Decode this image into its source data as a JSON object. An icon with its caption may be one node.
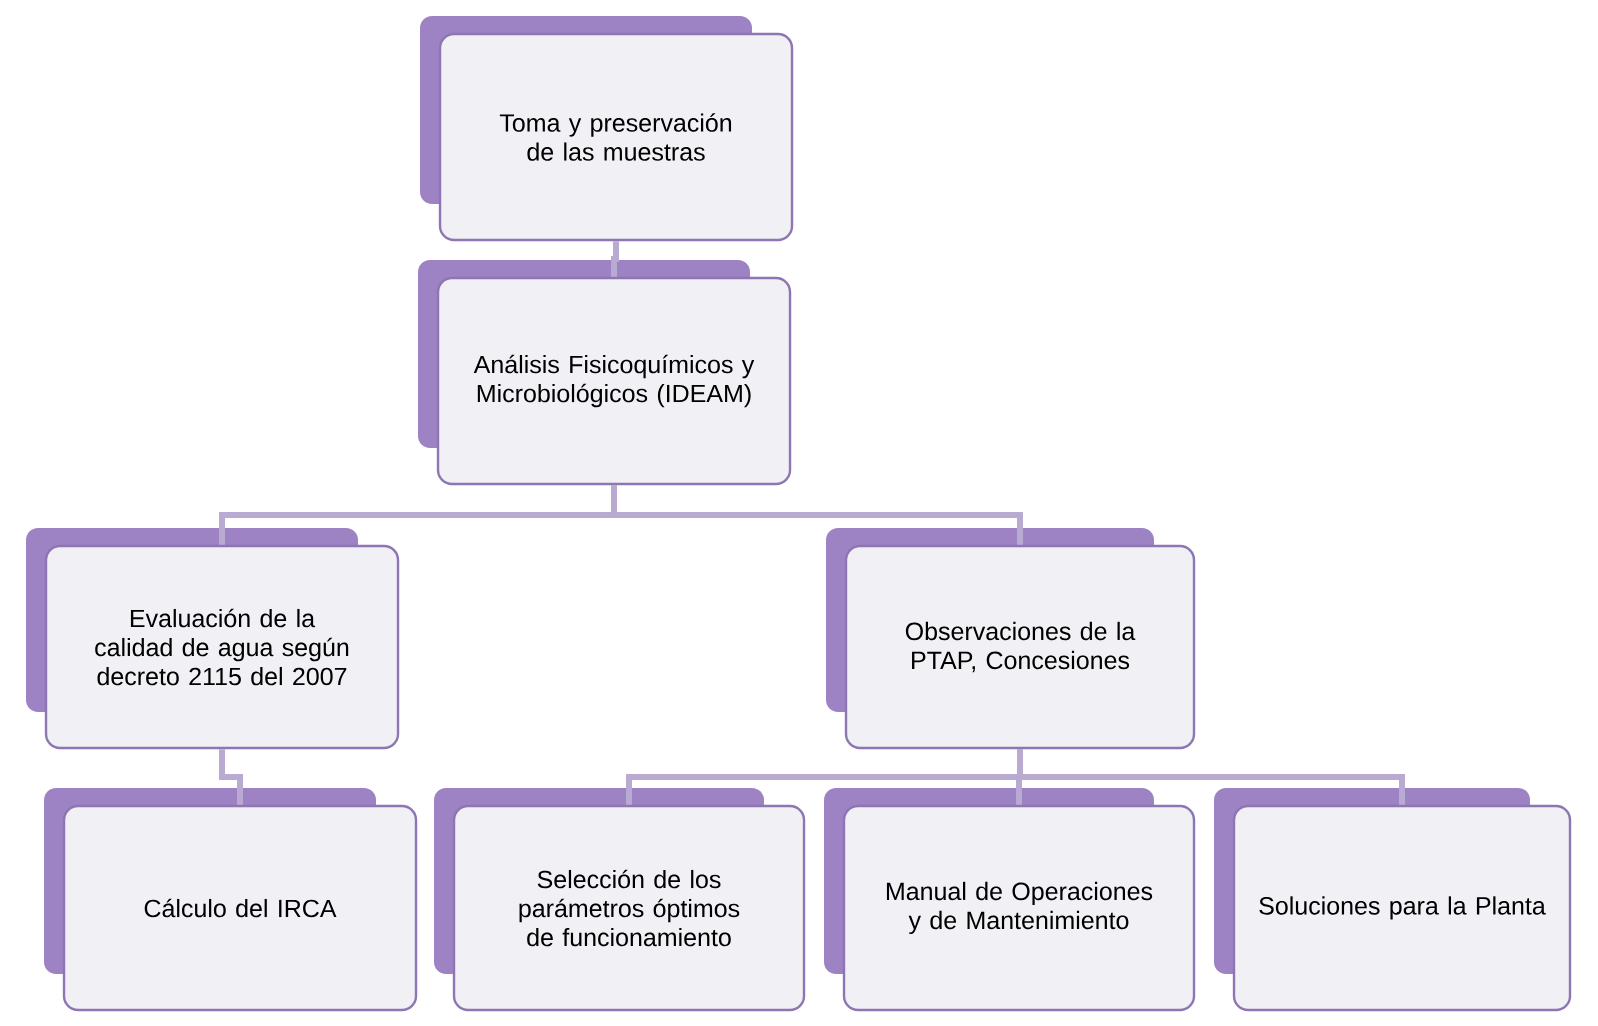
{
  "diagram": {
    "nodes": [
      {
        "text": [
          "Toma y preservación de las muestras"
        ]
      },
      {
        "text": [
          "Análisis Fisicoquímicos y Microbiológicos (IDEAM)"
        ]
      },
      {
        "text": [
          "Evaluación de la calidad de agua según decreto 2115 del 2007"
        ]
      },
      {
        "text": [
          "Observaciones de la PTAP, Concesiones"
        ]
      },
      {
        "text": [
          "Cálculo del IRCA"
        ]
      },
      {
        "text": [
          "Selección de los parámetros óptimos de funcionamiento"
        ]
      },
      {
        "text": [
          "Manual de Operaciones y de Mantenimiento"
        ]
      },
      {
        "text": [
          "Soluciones para la Planta"
        ]
      }
    ],
    "edges": [
      {
        "from": 0,
        "to": 1,
        "arrow": "none"
      },
      {
        "from": 1,
        "to": 2,
        "arrow": "none"
      },
      {
        "from": 1,
        "to": 3,
        "arrow": "none"
      },
      {
        "from": 2,
        "to": 4,
        "arrow": "none"
      },
      {
        "from": 3,
        "to": 5,
        "arrow": "none"
      },
      {
        "from": 3,
        "to": 6,
        "arrow": "none"
      },
      {
        "from": 3,
        "to": 7,
        "arrow": "none"
      }
    ]
  }
}
